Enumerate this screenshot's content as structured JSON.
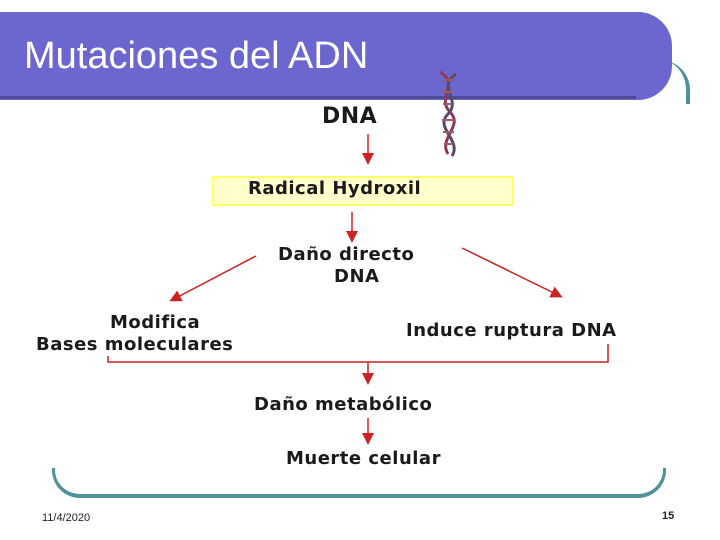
{
  "slide": {
    "title": "Mutaciones del ADN",
    "date": "11/4/2020",
    "page_number": "15",
    "accent_color": "#6b67cf",
    "frame_color": "#4f9199",
    "arrow_color": "#cc2222"
  },
  "diagram": {
    "dna": "DNA",
    "radical": "Radical Hydroxil",
    "dano_directo_line1": "Daño directo",
    "dano_directo_line2": "DNA",
    "modifica_line1": "Modifica",
    "modifica_line2": "Bases moleculares",
    "induce": "Induce ruptura DNA",
    "dano_metabolico": "Daño metabólico",
    "muerte": "Muerte celular",
    "image_icon": "dna-helix-icon"
  }
}
